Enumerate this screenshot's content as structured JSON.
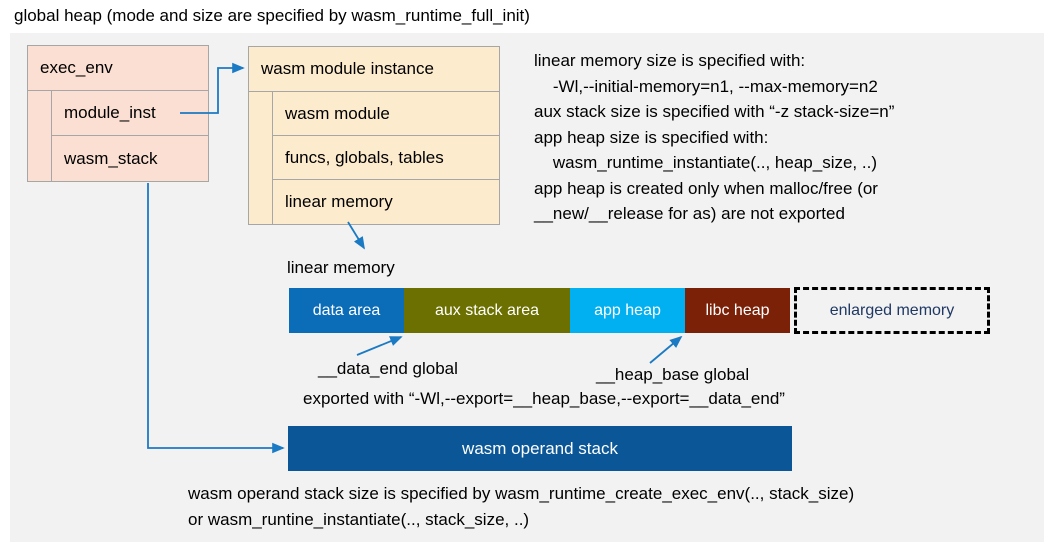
{
  "title": "global heap (mode and size are specified by wasm_runtime_full_init)",
  "exec_env": {
    "header": "exec_env",
    "fields": [
      "module_inst",
      "wasm_stack"
    ]
  },
  "wasm_module_instance": {
    "header": "wasm module instance",
    "fields": [
      "wasm module",
      "funcs, globals, tables",
      "linear memory"
    ]
  },
  "notes": "linear memory size is specified with:\n    -Wl,--initial-memory=n1, --max-memory=n2\naux stack size is specified with “-z stack-size=n”\napp heap size is specified with:\n    wasm_runtime_instantiate(.., heap_size, ..)\napp heap is created only when malloc/free (or\n__new/__release for as) are not exported",
  "linear_memory": {
    "label": "linear memory",
    "segments": [
      {
        "label": "data area",
        "color": "#0b6cb8",
        "width": 115,
        "text_color": "#ffffff",
        "dashed": false
      },
      {
        "label": "aux stack area",
        "color": "#6b7000",
        "width": 166,
        "text_color": "#ffffff",
        "dashed": false
      },
      {
        "label": "app heap",
        "color": "#00b0f0",
        "width": 115,
        "text_color": "#ffffff",
        "dashed": false
      },
      {
        "label": "libc heap",
        "color": "#7b2108",
        "width": 105,
        "text_color": "#ffffff",
        "dashed": false
      },
      {
        "label": "enlarged memory",
        "color": "transparent",
        "width": 196,
        "text_color": "#1f3864",
        "dashed": true
      }
    ]
  },
  "annotations": {
    "data_end": "__data_end global",
    "heap_base": "__heap_base global",
    "exported": "exported with “-Wl,--export=__heap_base,--export=__data_end”"
  },
  "operand_stack": {
    "label": "wasm operand stack",
    "color": "#0a5696",
    "note": "wasm operand stack size is specified by wasm_runtime_create_exec_env(.., stack_size)\nor wasm_runtine_instantiate(.., stack_size, ..)"
  },
  "colors": {
    "panel": "#f2f2f2",
    "exec_env_fill": "#fbdfd2",
    "module_instance_fill": "#fdebcd",
    "box_border": "#a6a6a6",
    "connector": "#1b7ac4"
  }
}
